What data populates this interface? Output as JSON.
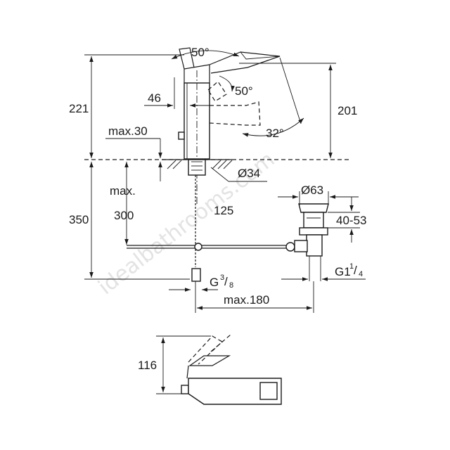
{
  "watermark": "idealbathrooms.com",
  "dimensions": {
    "angle_top": "50°",
    "angle_lever": "50°",
    "angle_spout": "32°",
    "offset_46": "46",
    "max30": "max.30",
    "height_221": "221",
    "height_201": "201",
    "hole_dia": "Ø34",
    "max_label": "max.",
    "max_300": "300",
    "height_350": "350",
    "dist_125": "125",
    "waste_dia": "Ø63",
    "range_40_53": "40-53",
    "thread_g38_main": "G",
    "thread_g38_num": "3",
    "thread_g38_den": "8",
    "thread_g114_main": "G1",
    "thread_g114_num": "1",
    "thread_g114_den": "4",
    "max180": "max.180",
    "height_116": "116"
  }
}
